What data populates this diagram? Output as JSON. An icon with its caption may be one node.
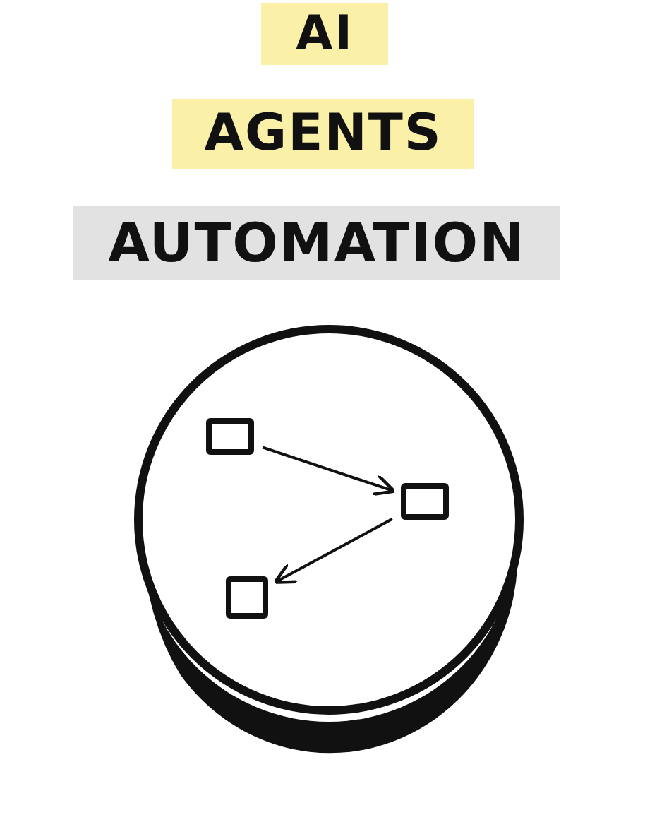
{
  "diagram": {
    "nodes": [
      {
        "text": [],
        "shape": "circle"
      },
      {
        "text": [],
        "shape": "box",
        "in": 0
      },
      {
        "text": [],
        "shape": "box",
        "in": 0
      },
      {
        "text": [],
        "shape": "box",
        "in": 0
      }
    ],
    "edges": [
      {
        "from": 1,
        "to": 2,
        "arrow": "to"
      },
      {
        "from": 2,
        "to": 3,
        "arrow": "to"
      }
    ],
    "labels": [
      "AI",
      "AGENTS",
      "AUTOMATION"
    ]
  }
}
